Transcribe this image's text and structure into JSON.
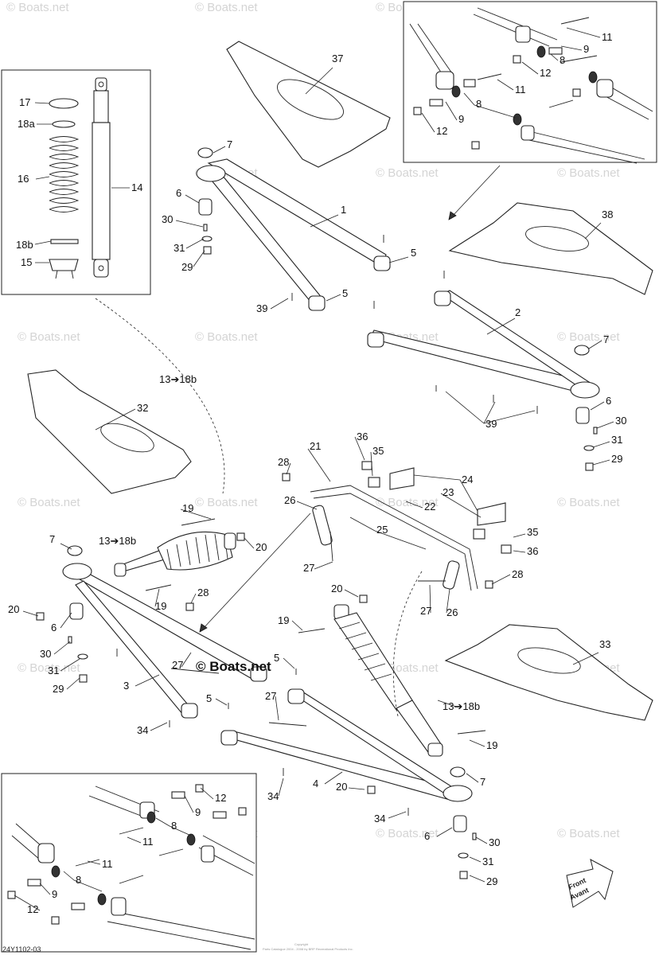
{
  "diagram": {
    "part_labels": [
      {
        "id": "p37",
        "text": "37"
      },
      {
        "id": "p7a",
        "text": "7"
      },
      {
        "id": "p6a",
        "text": "6"
      },
      {
        "id": "p30a",
        "text": "30"
      },
      {
        "id": "p31a",
        "text": "31"
      },
      {
        "id": "p29a",
        "text": "29"
      },
      {
        "id": "p1",
        "text": "1"
      },
      {
        "id": "p5a",
        "text": "5"
      },
      {
        "id": "p5b",
        "text": "5"
      },
      {
        "id": "p39a",
        "text": "39"
      },
      {
        "id": "p38",
        "text": "38"
      },
      {
        "id": "p2",
        "text": "2"
      },
      {
        "id": "p7b",
        "text": "7"
      },
      {
        "id": "p6b",
        "text": "6"
      },
      {
        "id": "p30b",
        "text": "30"
      },
      {
        "id": "p31b",
        "text": "31"
      },
      {
        "id": "p29b",
        "text": "29"
      },
      {
        "id": "p39b",
        "text": "39"
      },
      {
        "id": "p17",
        "text": "17"
      },
      {
        "id": "p18a",
        "text": "18a"
      },
      {
        "id": "p16",
        "text": "16"
      },
      {
        "id": "p14",
        "text": "14"
      },
      {
        "id": "p18b",
        "text": "18b"
      },
      {
        "id": "p15",
        "text": "15"
      },
      {
        "id": "p11a",
        "text": "11"
      },
      {
        "id": "p9a",
        "text": "9"
      },
      {
        "id": "p8a",
        "text": "8"
      },
      {
        "id": "p12a",
        "text": "12"
      },
      {
        "id": "p11b",
        "text": "11"
      },
      {
        "id": "p8b",
        "text": "8"
      },
      {
        "id": "p9b",
        "text": "9"
      },
      {
        "id": "p12b",
        "text": "12"
      },
      {
        "id": "p13a",
        "text": "13➔18b"
      },
      {
        "id": "p32",
        "text": "32"
      },
      {
        "id": "p21",
        "text": "21"
      },
      {
        "id": "p36a",
        "text": "36"
      },
      {
        "id": "p35a",
        "text": "35"
      },
      {
        "id": "p28a",
        "text": "28"
      },
      {
        "id": "p24",
        "text": "24"
      },
      {
        "id": "p23",
        "text": "23"
      },
      {
        "id": "p26a",
        "text": "26"
      },
      {
        "id": "p22",
        "text": "22"
      },
      {
        "id": "p25",
        "text": "25"
      },
      {
        "id": "p35b",
        "text": "35"
      },
      {
        "id": "p36b",
        "text": "36"
      },
      {
        "id": "p27a",
        "text": "27"
      },
      {
        "id": "p28b",
        "text": "28"
      },
      {
        "id": "p27b",
        "text": "27"
      },
      {
        "id": "p26b",
        "text": "26"
      },
      {
        "id": "p19a",
        "text": "19"
      },
      {
        "id": "p7c",
        "text": "7"
      },
      {
        "id": "p13b",
        "text": "13➔18b"
      },
      {
        "id": "p20a",
        "text": "20"
      },
      {
        "id": "p19b",
        "text": "19"
      },
      {
        "id": "p28c",
        "text": "28"
      },
      {
        "id": "p20b",
        "text": "20"
      },
      {
        "id": "p6c",
        "text": "6"
      },
      {
        "id": "p30c",
        "text": "30"
      },
      {
        "id": "p31c",
        "text": "31"
      },
      {
        "id": "p29c",
        "text": "29"
      },
      {
        "id": "p27c",
        "text": "27"
      },
      {
        "id": "p3",
        "text": "3"
      },
      {
        "id": "p5c",
        "text": "5"
      },
      {
        "id": "p5d",
        "text": "5"
      },
      {
        "id": "p34a",
        "text": "34"
      },
      {
        "id": "p20c",
        "text": "20"
      },
      {
        "id": "p19c",
        "text": "19"
      },
      {
        "id": "p33",
        "text": "33"
      },
      {
        "id": "p27d",
        "text": "27"
      },
      {
        "id": "p13c",
        "text": "13➔18b"
      },
      {
        "id": "p19d",
        "text": "19"
      },
      {
        "id": "p4",
        "text": "4"
      },
      {
        "id": "p20d",
        "text": "20"
      },
      {
        "id": "p34b",
        "text": "34"
      },
      {
        "id": "p34c",
        "text": "34"
      },
      {
        "id": "p7d",
        "text": "7"
      },
      {
        "id": "p6d",
        "text": "6"
      },
      {
        "id": "p30d",
        "text": "30"
      },
      {
        "id": "p31d",
        "text": "31"
      },
      {
        "id": "p29d",
        "text": "29"
      },
      {
        "id": "p12c",
        "text": "12"
      },
      {
        "id": "p8c",
        "text": "8"
      },
      {
        "id": "p9c",
        "text": "9"
      },
      {
        "id": "p11c",
        "text": "11"
      },
      {
        "id": "p11d",
        "text": "11"
      },
      {
        "id": "p8d",
        "text": "8"
      },
      {
        "id": "p9d",
        "text": "9"
      },
      {
        "id": "p12d",
        "text": "12"
      }
    ],
    "watermark": "© Boats.net",
    "bold_watermark": "© Boats.net",
    "front_arrow": {
      "line1": "Front",
      "line2": "Avant"
    },
    "figure_code": "24Y1102-03",
    "copyright_line1": "Copyright",
    "copyright_line2": "Parts Catalogue 2004 - 2008 by BRP Recreational Products Inc."
  }
}
